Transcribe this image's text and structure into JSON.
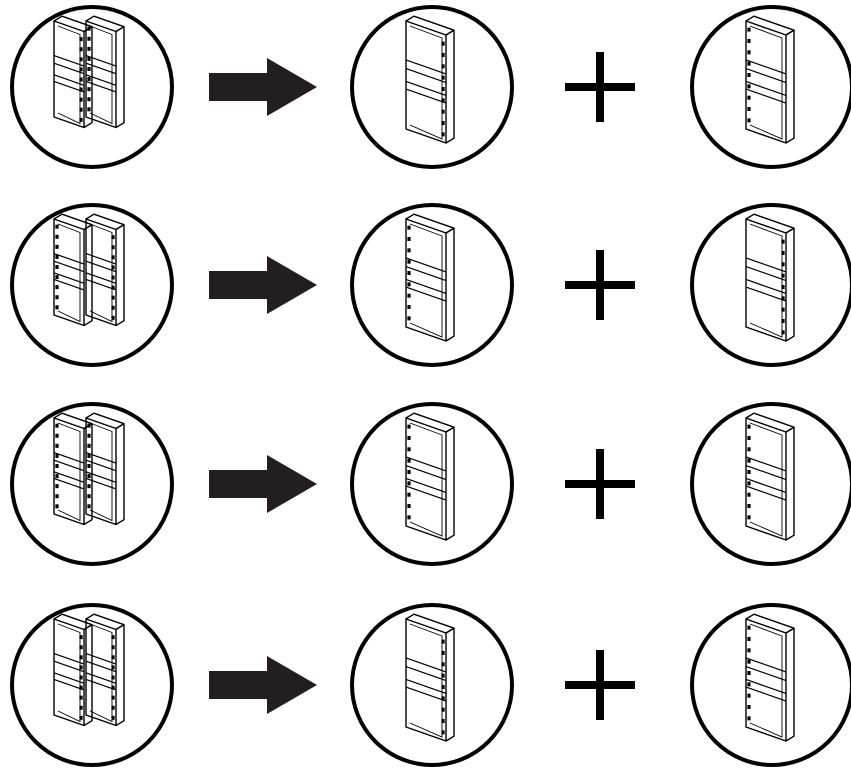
{
  "colors": {
    "line": "#000000",
    "background": "#ffffff",
    "arrow": "#231f20"
  },
  "icons": {
    "pair": "cabinet-pair-icon",
    "single": "tall-cabinet-icon",
    "arrow": "right-arrow-icon",
    "plus": "plus-icon"
  },
  "rows": [
    {
      "pair_handle": "center",
      "left_handle": "right",
      "right_handle": "left"
    },
    {
      "pair_handle": "outer",
      "left_handle": "left",
      "right_handle": "right"
    },
    {
      "pair_handle": "left",
      "left_handle": "left",
      "right_handle": "left"
    },
    {
      "pair_handle": "right",
      "left_handle": "right",
      "right_handle": "left"
    }
  ]
}
